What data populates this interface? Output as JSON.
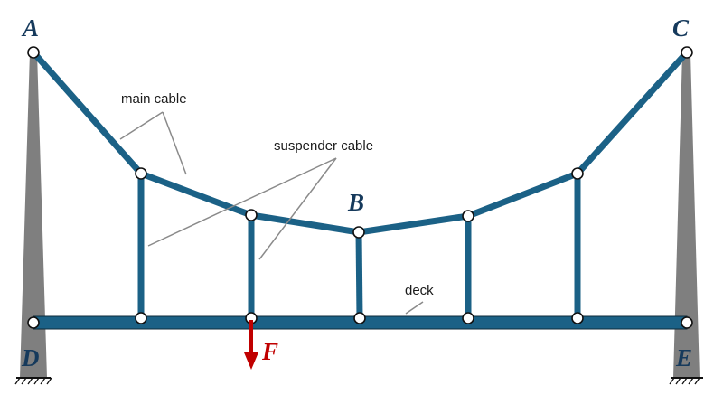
{
  "title": "Suspension bridge structural model",
  "colors": {
    "cable": "#1b6186",
    "deck": "#1b6186",
    "tower": "#7f7f7f",
    "leader": "#8a8a8a",
    "force": "#c00000",
    "point_label": "#163a5c"
  },
  "points": {
    "A": "A",
    "B": "B",
    "C": "C",
    "D": "D",
    "E": "E"
  },
  "labels": {
    "main_cable": "main cable",
    "suspender_cable": "suspender cable",
    "deck": "deck"
  },
  "force": {
    "label": "F",
    "direction": "down"
  },
  "structure": {
    "hinges_on_cable": 5,
    "suspenders": 5,
    "supports": [
      "D",
      "E"
    ]
  }
}
